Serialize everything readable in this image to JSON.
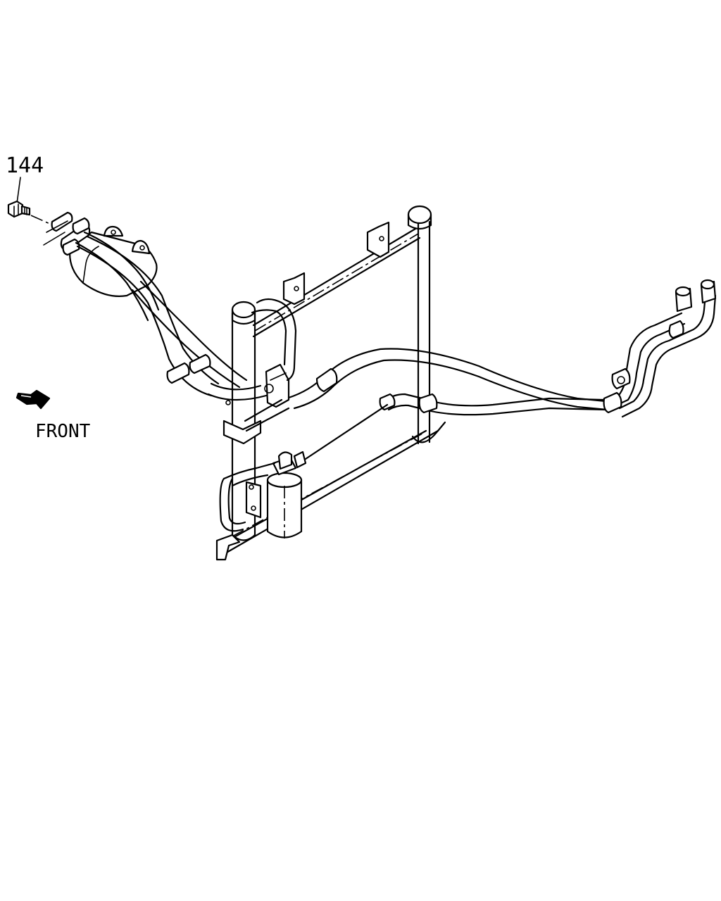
{
  "callouts": [
    {
      "id": "bolt",
      "label": "144"
    }
  ],
  "direction_label": "FRONT",
  "icons": {
    "front_arrow": "arrow-icon"
  }
}
